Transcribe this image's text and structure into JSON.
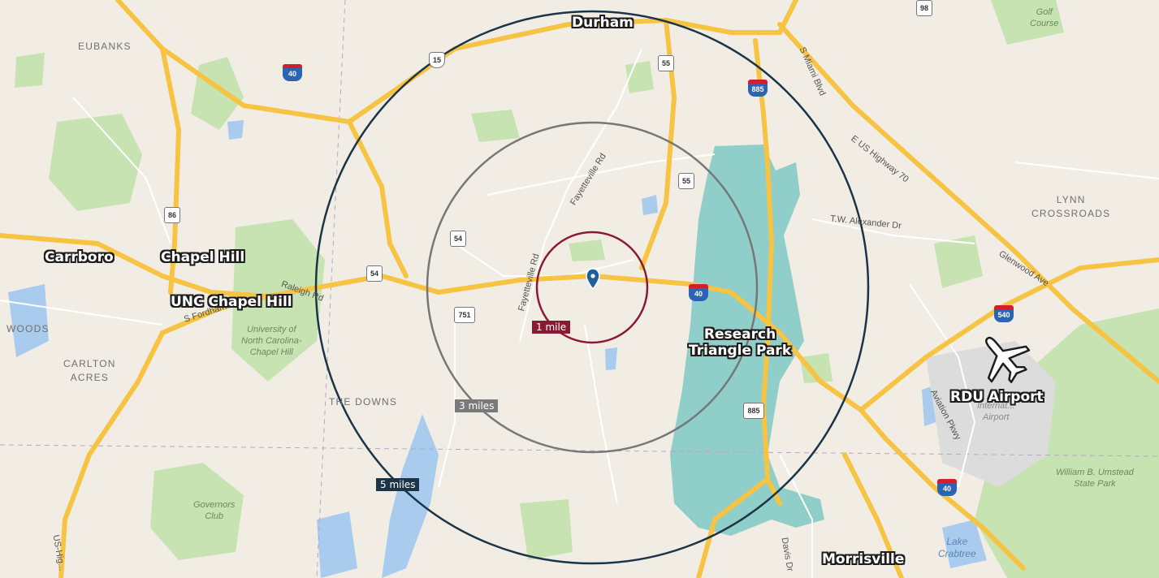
{
  "map": {
    "colors": {
      "land": "#f2ede4",
      "park": "#c7e3b2",
      "rtp": "#7fc8c4",
      "highway": "#f6c342",
      "water": "#a9cbee",
      "ring_1": "#8a1a33",
      "ring_3": "#777777",
      "ring_5": "#1c3447"
    },
    "center_marker": "map-pin-icon",
    "radius_labels": {
      "one": "1 mile",
      "three": "3 miles",
      "five": "5 miles"
    },
    "cities": {
      "durham": "Durham",
      "carrboro": "Carrboro",
      "chapel_hill": "Chapel Hill",
      "unc": "UNC Chapel Hill",
      "rtp_line1": "Research",
      "rtp_line2": "Triangle Park",
      "rdu": "RDU Airport",
      "morrisville": "Morrisville"
    },
    "areas": {
      "eubanks": "EUBANKS",
      "woods": "WOODS",
      "carlton_1": "CARLTON",
      "carlton_2": "ACRES",
      "downs": "THE DOWNS",
      "lynn_1": "LYNN",
      "lynn_2": "CROSSROADS"
    },
    "parks": {
      "unc_1": "University of",
      "unc_2": "North Carolina-",
      "unc_3": "Chapel Hill",
      "governors_1": "Governors",
      "governors_2": "Club",
      "golf_1": "Golf",
      "golf_2": "Course",
      "umstead_1": "William B. Umstead",
      "umstead_2": "State Park",
      "airport_1": "Internat...",
      "airport_2": "Airport"
    },
    "water": {
      "crabtree_1": "Lake",
      "crabtree_2": "Crabtree"
    },
    "roads": {
      "fayetteville_1": "Fayetteville Rd",
      "fayetteville_2": "Fayetteville Rd",
      "raleigh": "Raleigh Rd",
      "fordham": "S Fordham Blvd",
      "miami": "S Miami Blvd",
      "us70": "E US Highway 70",
      "tw": "T.W. Alexander Dr",
      "glenwood": "Glenwood Ave",
      "aviation": "Aviation Pkwy",
      "davis": "Davis Dr",
      "us15": "US-Hig..."
    },
    "shields": {
      "i40_a": "40",
      "i40_b": "40",
      "i40_c": "40",
      "i885": "885",
      "i540": "540",
      "us15": "15",
      "nc55_a": "55",
      "nc55_b": "55",
      "nc54_a": "54",
      "nc54_b": "54",
      "nc751": "751",
      "nc86": "86",
      "nc885": "885",
      "nc98": "98"
    }
  }
}
